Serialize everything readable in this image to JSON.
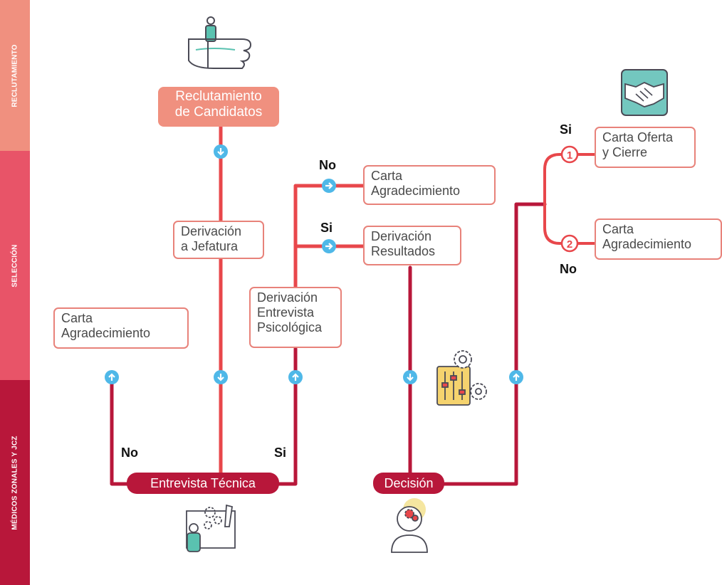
{
  "lanes": {
    "reclutamiento": "RECLUTAMIENTO",
    "seleccion": "SELECCIÓN",
    "medicos": "MÉDICOS ZONALES Y JCZ"
  },
  "nodes": {
    "reclutamiento": "Reclutamiento\nde Candidatos",
    "derivacion_jefatura": "Derivación\na Jefatura",
    "carta_agradecimiento_left": "Carta\nAgradecimiento",
    "derivacion_psicologica": "Derivación\nEntrevista\nPsicológica",
    "carta_agradecimiento_mid": "Carta\nAgradecimiento",
    "derivacion_resultados": "Derivación\nResultados",
    "carta_oferta": "Carta Oferta\ny Cierre",
    "carta_agradecimiento_right": "Carta\nAgradecimiento",
    "entrevista_tecnica": "Entrevista Técnica",
    "decision": "Decisión"
  },
  "labels": {
    "no_left": "No",
    "si_left": "Si",
    "no_top": "No",
    "si_mid": "Si",
    "si_right": "Si",
    "no_right": "No",
    "step1": "1",
    "step2": "2"
  },
  "icons": {
    "recruit": "hand-holding-person-icon",
    "handshake": "handshake-icon",
    "gears_panel": "gears-control-panel-icon",
    "technical": "person-tools-icon",
    "decision": "thinking-head-icon"
  },
  "colors": {
    "lane1": "#f0907f",
    "lane2": "#e85468",
    "lane3": "#b8173a",
    "flow_red": "#e8474b",
    "flow_dark": "#b8173a",
    "arrow": "#4fb8e8",
    "box_border": "#e8827a"
  }
}
